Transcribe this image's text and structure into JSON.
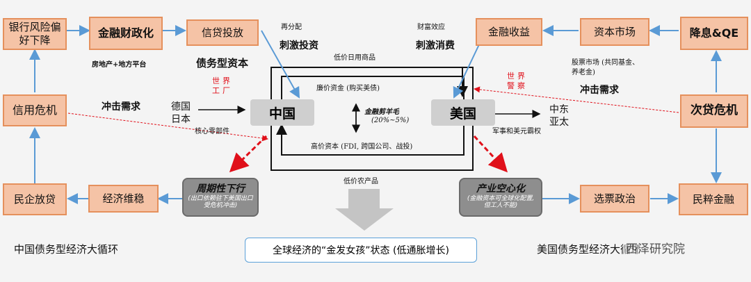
{
  "left": {
    "bank_risk": "银行风险偏好下降",
    "fiscal": "金融财政化",
    "credit": "信贷投放",
    "credit_crisis": "信用危机",
    "private_loans": "民企放贷",
    "stabilize": "经济维稳",
    "cyclical_title": "周期性下行",
    "cyclical_sub": "(出口依赖驻下美国出口受危机冲击)"
  },
  "right": {
    "fin_income": "金融收益",
    "capital": "资本市场",
    "rate_cut": "降息&QE",
    "subprime": "次贷危机",
    "populism": "民粹金融",
    "politics": "选票政治",
    "hollow_title": "产业空心化",
    "hollow_sub": "(金融资本可全球化配置, 但工人不能)"
  },
  "center": {
    "china": "中国",
    "usa": "美国",
    "cheap_funds": "廉价资金 (购买美债)",
    "shear_1": "金融剪羊毛",
    "shear_2": "(20%~5%)",
    "expensive_capital": "高价资本 (FDI, 跨国公司、战投)",
    "low_goods": "低价日用商品",
    "low_agri": "低价农产品"
  },
  "labels": {
    "property": "房地产+地方平台",
    "debt_capital": "债务型资本",
    "redistribution": "再分配",
    "stimulus_invest": "刺激投资",
    "wealth_effect": "财富效应",
    "stimulus_consume": "刺激消费",
    "stock_market": "股票市场 (共同基金、养老金)",
    "demand_shock_left": "冲击需求",
    "demand_shock_right": "冲击需求",
    "world_factory": "世界工厂",
    "world_police": "世界警察",
    "de_jp_1": "德国",
    "de_jp_2": "日本",
    "core_parts": "核心零部件",
    "me_1": "中东",
    "me_2": "亚太",
    "military": "军事和美元霸权"
  },
  "footer": {
    "left_title": "中国债务型经济大循环",
    "center_box": "全球经济的“金发女孩”状态 (低通胀增长)",
    "right_title": "美国债务型经济大循环",
    "watermark": "西泽研究院"
  }
}
